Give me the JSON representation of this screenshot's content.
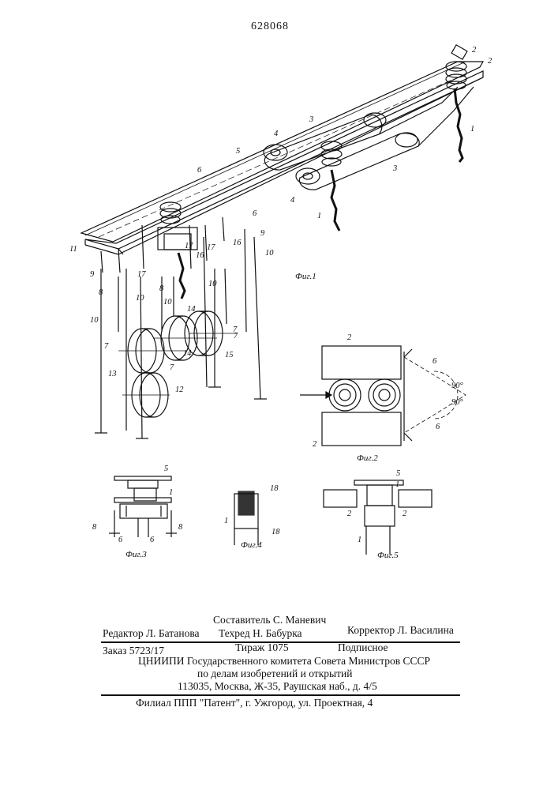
{
  "patent_number": "628068",
  "figure_captions": {
    "fig1": "Фиг.1",
    "fig2": "Фиг.2",
    "fig3": "Фиг.3",
    "fig4": "Фиг.4",
    "fig5": "Фиг.5"
  },
  "labels": {
    "fig1": [
      "2",
      "2",
      "1",
      "3",
      "4",
      "3",
      "4",
      "1",
      "5",
      "6",
      "6",
      "9",
      "16",
      "17",
      "17",
      "16",
      "17",
      "11",
      "9",
      "8",
      "10",
      "10",
      "8",
      "14",
      "10",
      "7",
      "7",
      "13",
      "7",
      "14",
      "15",
      "12",
      "7",
      "10",
      "10"
    ],
    "fig2": [
      "2",
      "2",
      "6",
      "6",
      "90°",
      "90°"
    ],
    "fig3": [
      "5",
      "1",
      "8",
      "8",
      "6",
      "6"
    ],
    "fig4": [
      "18",
      "1",
      "18"
    ],
    "fig5": [
      "5",
      "1",
      "2",
      "2",
      "1"
    ]
  },
  "footer": {
    "compiler": "Составитель С. Маневич",
    "editor": "Редактор Л. Батанова",
    "techred": "Техред Н. Бабурка",
    "corrector": "Корректор Л. Василина",
    "order": "Заказ 5723/17",
    "circulation": "Тираж 1075",
    "subscription": "Подписное",
    "institute_line1": "ЦНИИПИ Государственного комитета Совета Министров СССР",
    "institute_line2": "по делам изобретений и открытий",
    "address": "113035, Москва, Ж-35, Раушская наб., д. 4/5",
    "branch": "Филиал ППП \"Патент\", г. Ужгород, ул. Проектная, 4"
  }
}
